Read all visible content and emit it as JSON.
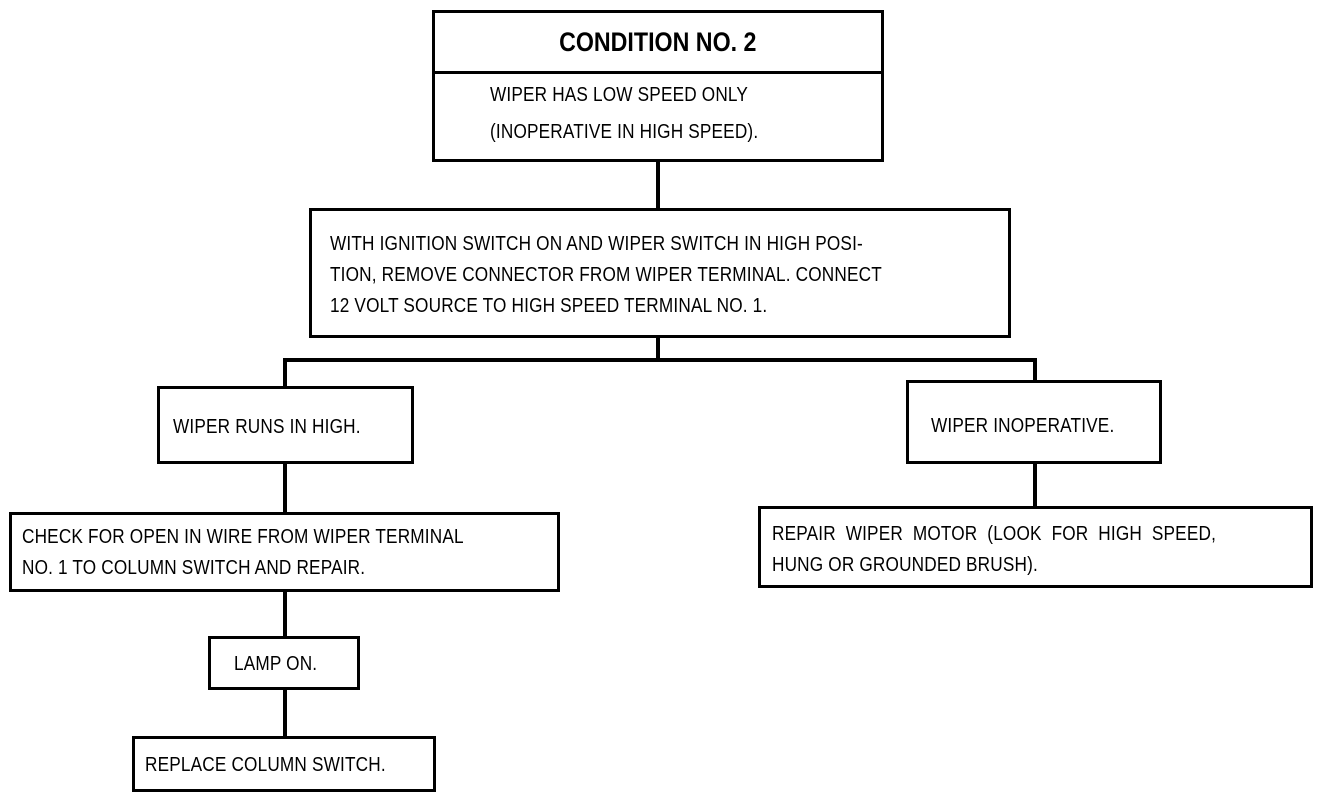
{
  "condition": {
    "title": "CONDITION NO. 2",
    "line1": "WIPER HAS LOW SPEED ONLY",
    "line2": "(INOPERATIVE IN HIGH SPEED)."
  },
  "test": {
    "line1": "WITH IGNITION SWITCH ON AND WIPER SWITCH IN HIGH POSI-",
    "line2": "TION, REMOVE CONNECTOR FROM WIPER TERMINAL. CONNECT",
    "line3": "12 VOLT SOURCE TO HIGH SPEED TERMINAL NO. 1."
  },
  "left_branch": {
    "result": "WIPER RUNS IN HIGH.",
    "action_line1": "CHECK FOR OPEN IN WIRE FROM WIPER TERMINAL",
    "action_line2": "NO. 1 TO COLUMN SWITCH AND REPAIR.",
    "lamp": "LAMP ON.",
    "final": "REPLACE COLUMN SWITCH."
  },
  "right_branch": {
    "result": "WIPER INOPERATIVE.",
    "action_line1": "REPAIR  WIPER  MOTOR  (LOOK  FOR  HIGH  SPEED,",
    "action_line2": "HUNG OR GROUNDED BRUSH)."
  }
}
